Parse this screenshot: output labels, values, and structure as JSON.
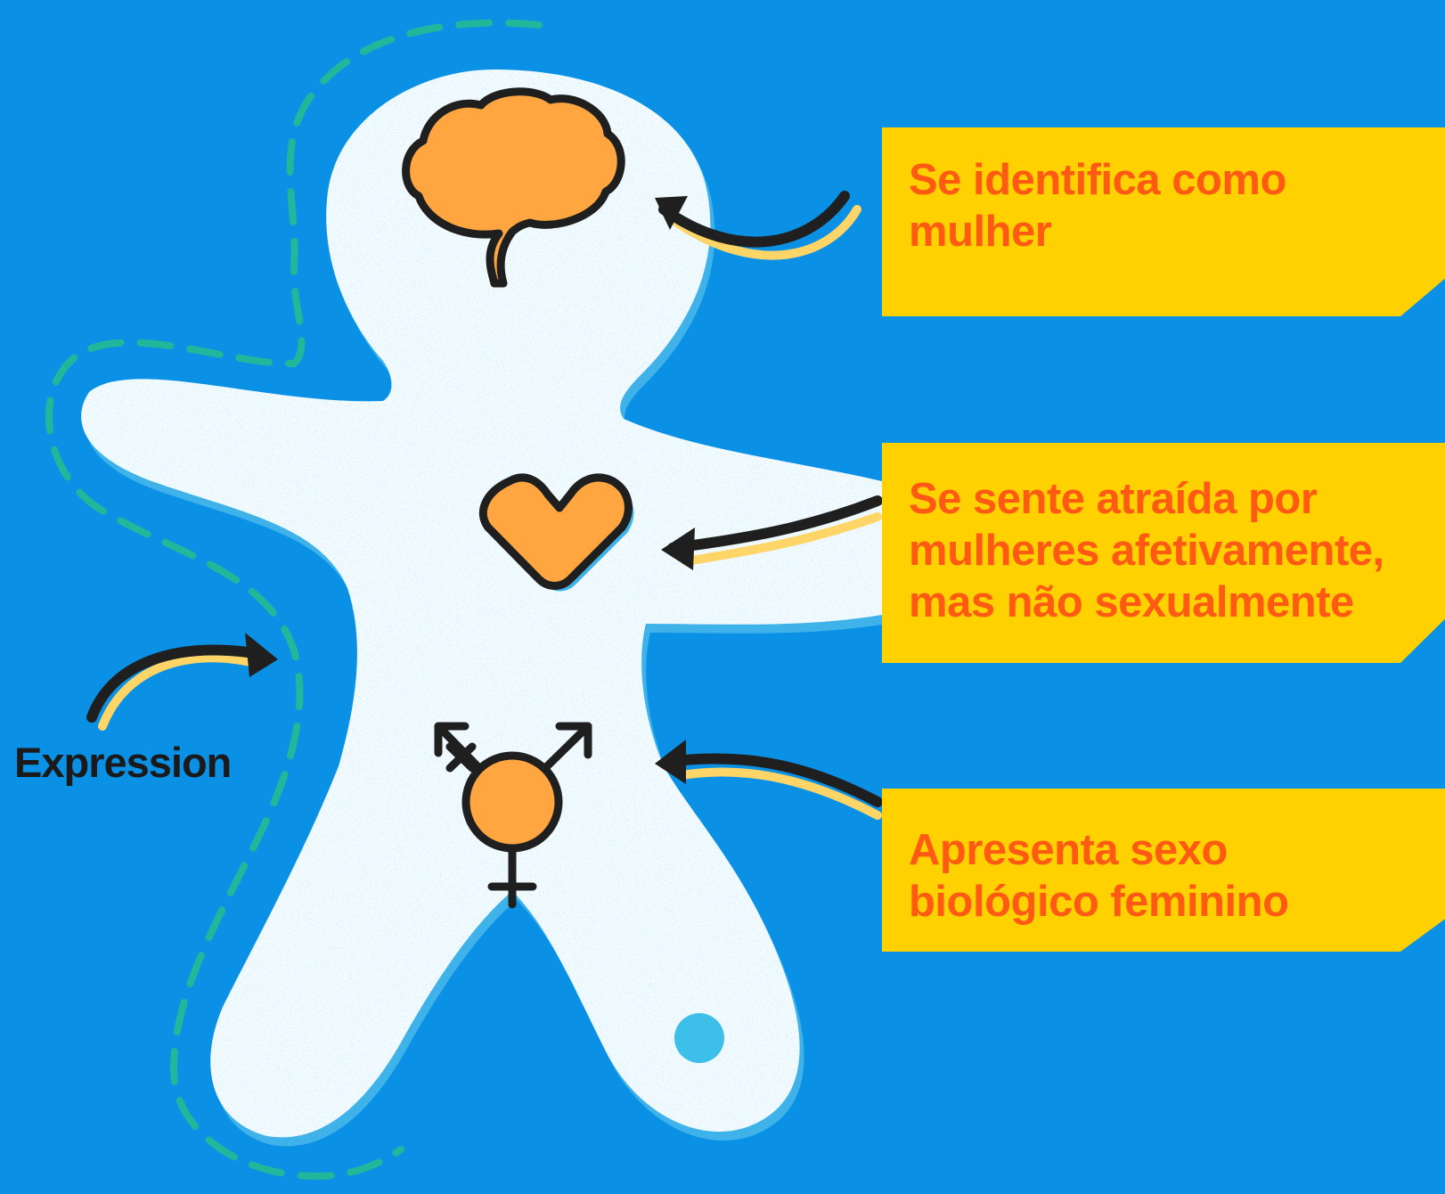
{
  "labels": {
    "expression": "Expression"
  },
  "callouts": {
    "identity": {
      "lines": [
        "Se identifica como",
        "mulher"
      ]
    },
    "attraction": {
      "lines": [
        "Se sente atraída por",
        "mulheres afetivamente,",
        "mas não sexualmente"
      ]
    },
    "sex": {
      "lines": [
        "Apresenta sexo",
        "biológico feminino"
      ]
    }
  },
  "icons": {
    "brain": "brain-icon",
    "heart": "heart-icon",
    "sex_symbol": "transgender-symbol-icon"
  },
  "colors": {
    "background": "#0a91e6",
    "callout_fill": "#ffd100",
    "callout_text": "#ff5a14",
    "icon_fill": "#ffa640",
    "outline": "#1f1f1f",
    "dashed_line": "#1fb89a"
  }
}
